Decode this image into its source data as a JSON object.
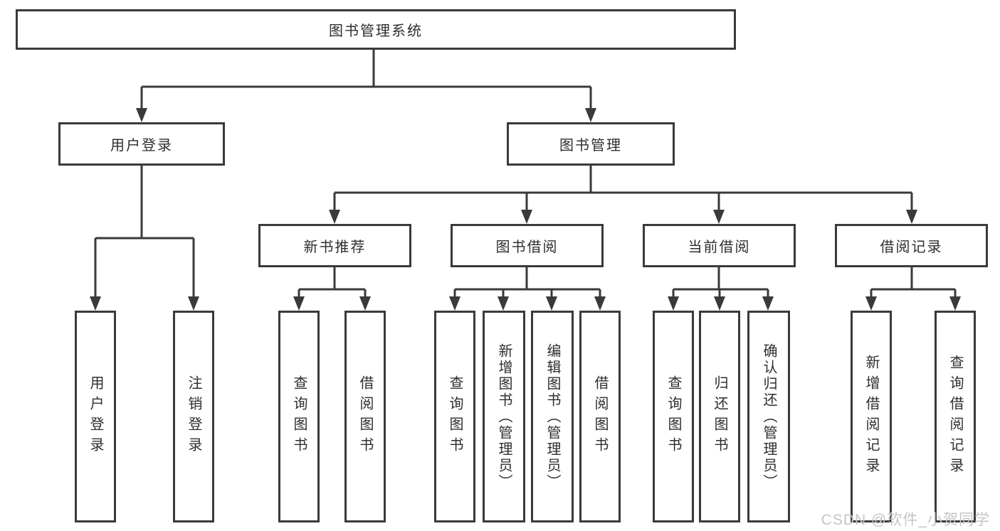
{
  "diagram": {
    "root": "图书管理系统",
    "level2": [
      "用户登录",
      "图书管理"
    ],
    "level3": [
      "新书推荐",
      "图书借阅",
      "当前借阅",
      "借阅记录"
    ],
    "leaves": {
      "user": [
        "用户登录",
        "注销登录"
      ],
      "newbook": [
        "查询图书",
        "借阅图书"
      ],
      "borrow": [
        "查询图书",
        "新增图书（管理员）",
        "编辑图书（管理员）",
        "借阅图书"
      ],
      "current": [
        "查询图书",
        "归还图书",
        "确认归还（管理员）"
      ],
      "records": [
        "新增借阅记录",
        "查询借阅记录"
      ]
    },
    "watermark": "CSDN @软件_小贺同学",
    "colors": {
      "line": "#3a3a3a",
      "box_border": "#3a3a3a",
      "box_fill": "#ffffff",
      "text": "#2e2e2e",
      "watermark": "#c5c5c5"
    }
  }
}
